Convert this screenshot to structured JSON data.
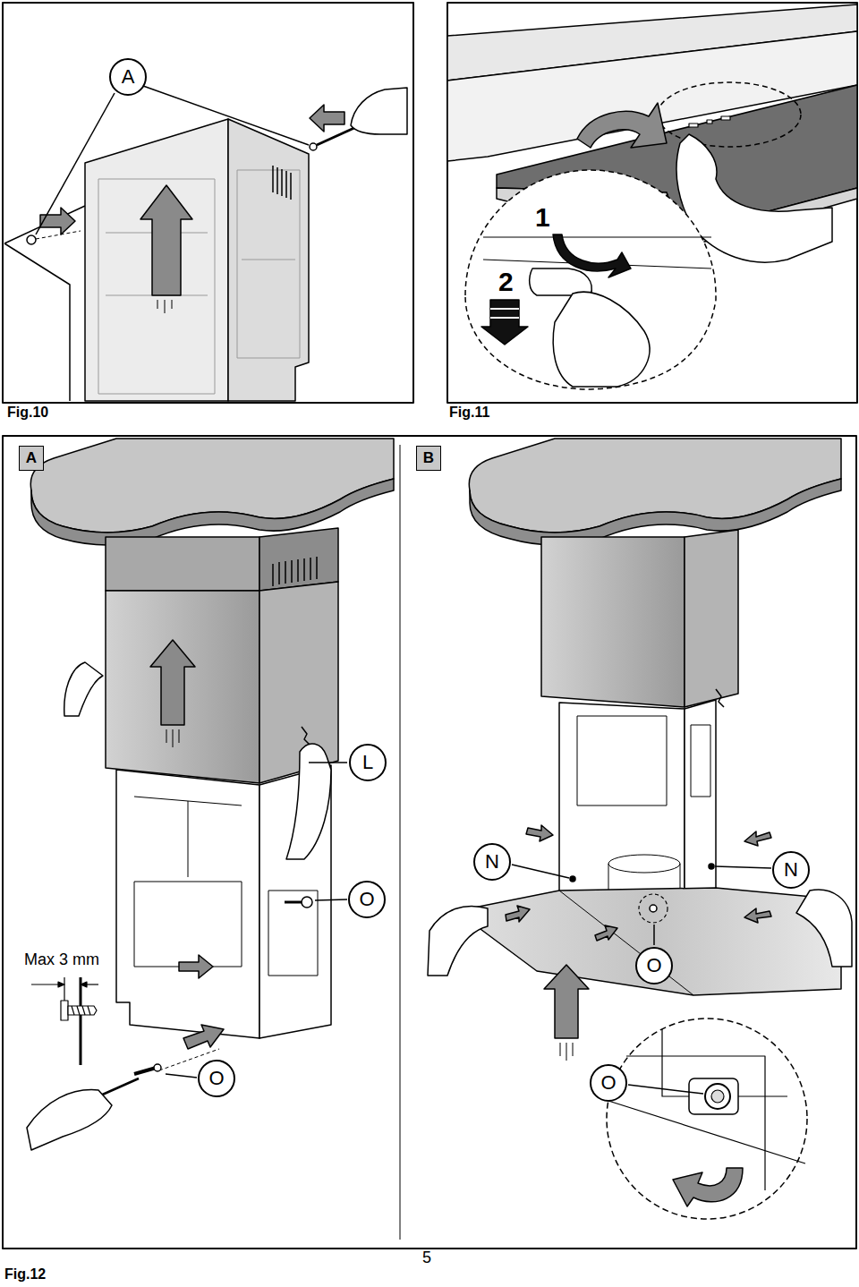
{
  "diagram": {
    "nodes": [
      {
        "text": [
          "A"
        ]
      },
      {
        "text": [
          "A"
        ]
      },
      {
        "text": [
          "B"
        ]
      },
      {
        "text": [
          "L"
        ]
      },
      {
        "text": [
          "N"
        ]
      },
      {
        "text": [
          "N"
        ]
      },
      {
        "text": [
          "O"
        ]
      },
      {
        "text": [
          "O"
        ]
      },
      {
        "text": [
          "O"
        ]
      },
      {
        "text": [
          "O"
        ]
      }
    ],
    "labels": [
      "Fig.10",
      "1",
      "2",
      "Fig.11",
      "Max 3 mm",
      "Fig.12",
      "5"
    ]
  }
}
